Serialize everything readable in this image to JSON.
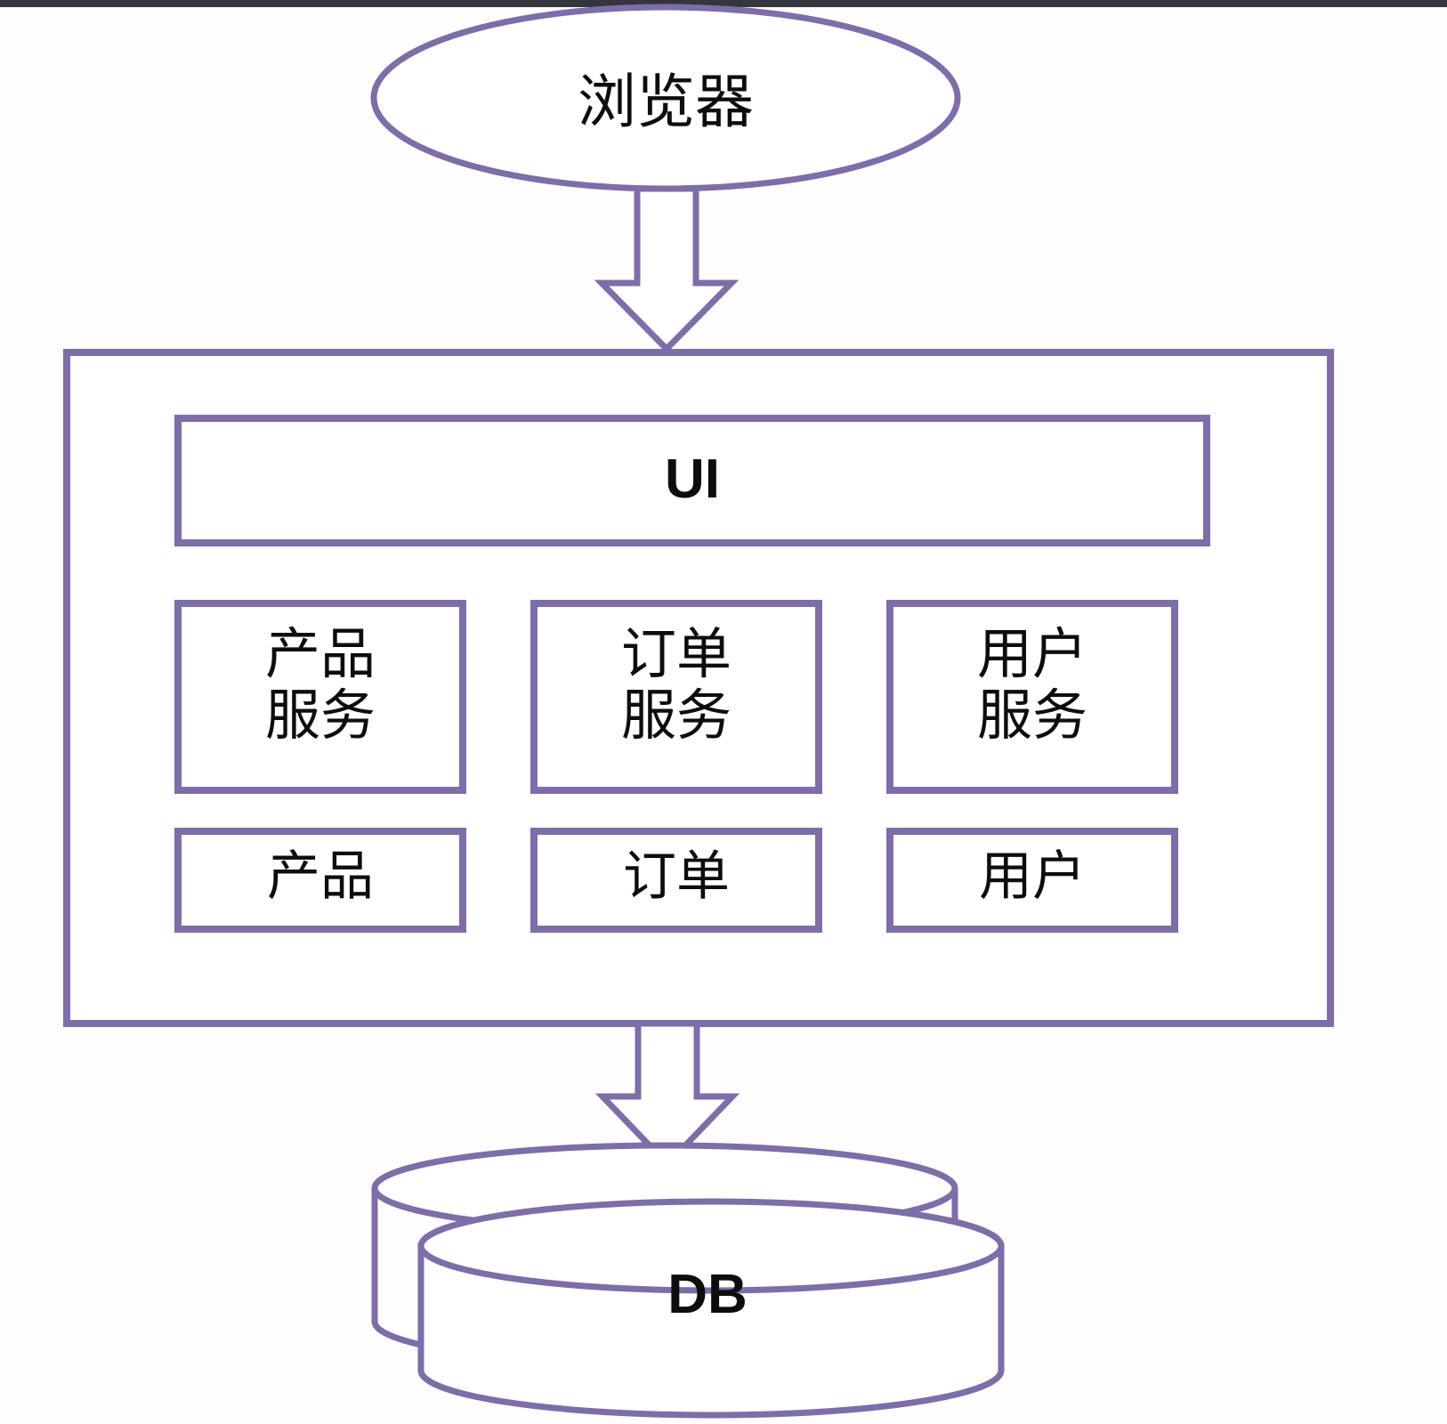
{
  "diagram": {
    "type": "architecture-diagram",
    "title_text": "",
    "accent_color": "#7e6da8",
    "stroke_color": "#7e6da8",
    "text_color": "#0d0d0d",
    "background_color": "#fdfdfd",
    "topbar_color": "#33363c",
    "client": {
      "shape": "ellipse",
      "label": "浏览器"
    },
    "application": {
      "shape": "rectangle-container",
      "presentation": {
        "shape": "rectangle",
        "label": "UI"
      },
      "services": [
        {
          "label": "产品\n服务",
          "name": "product-service"
        },
        {
          "label": "订单\n服务",
          "name": "order-service"
        },
        {
          "label": "用户\n服务",
          "name": "user-service"
        }
      ],
      "entities": [
        {
          "label": "产品",
          "name": "product-entity"
        },
        {
          "label": "订单",
          "name": "order-entity"
        },
        {
          "label": "用户",
          "name": "user-entity"
        }
      ]
    },
    "database": {
      "shape": "cylinder-stack",
      "label": "DB",
      "count": 2
    },
    "connectors": [
      {
        "name": "browser-to-app",
        "style": "block-arrow",
        "direction": "down"
      },
      {
        "name": "app-to-db",
        "style": "block-arrow",
        "direction": "down"
      }
    ]
  }
}
